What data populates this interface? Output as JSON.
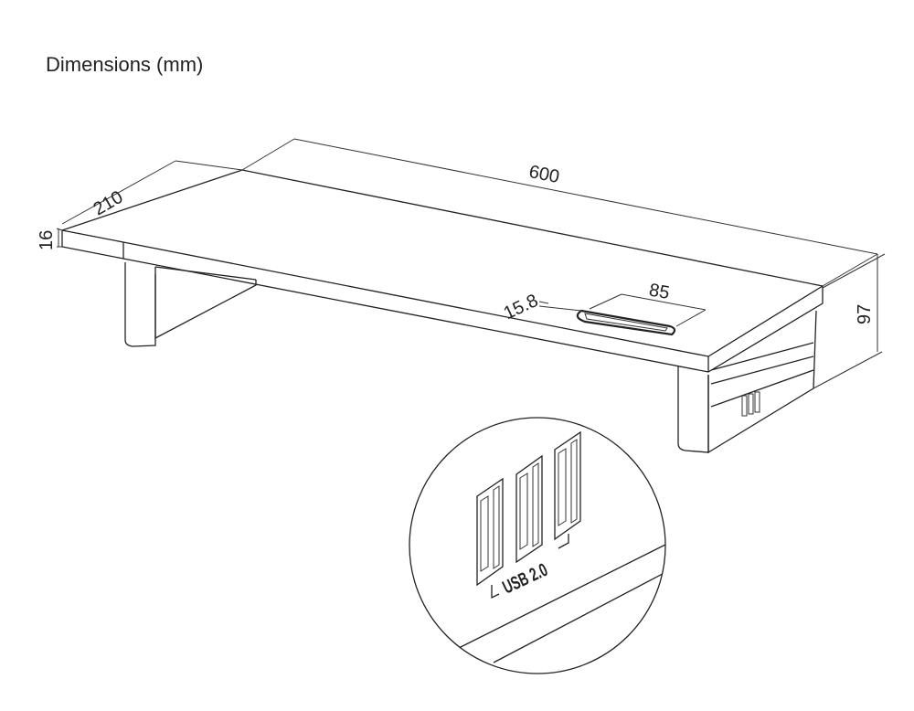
{
  "title": "Dimensions (mm)",
  "dimensions": {
    "length": "600",
    "depth": "210",
    "thickness": "16",
    "height": "97",
    "slot_length": "85",
    "slot_width": "15.8"
  },
  "detail": {
    "usb_label": "USB 2.0",
    "port_count": 3
  }
}
